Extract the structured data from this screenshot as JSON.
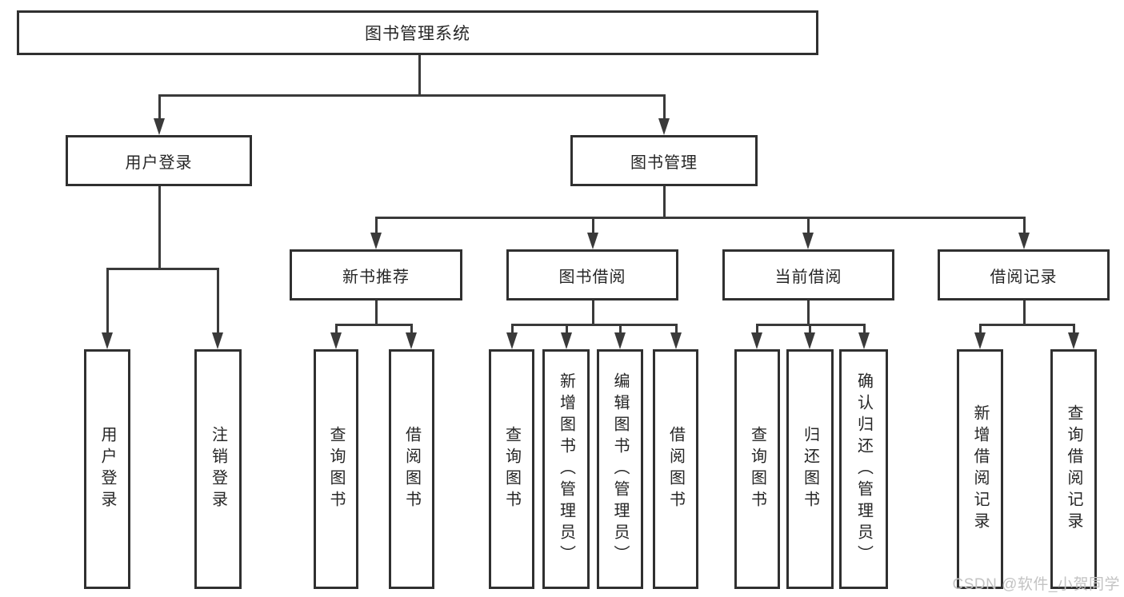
{
  "diagram": {
    "type": "hierarchy-tree",
    "root": {
      "label": "图书管理系统",
      "children": [
        {
          "label": "用户登录",
          "children": [
            {
              "label": "用户登录"
            },
            {
              "label": "注销登录"
            }
          ]
        },
        {
          "label": "图书管理",
          "children": [
            {
              "label": "新书推荐",
              "children": [
                {
                  "label": "查询图书"
                },
                {
                  "label": "借阅图书"
                }
              ]
            },
            {
              "label": "图书借阅",
              "children": [
                {
                  "label": "查询图书"
                },
                {
                  "label": "新增图书（管理员）"
                },
                {
                  "label": "编辑图书（管理员）"
                },
                {
                  "label": "借阅图书"
                }
              ]
            },
            {
              "label": "当前借阅",
              "children": [
                {
                  "label": "查询图书"
                },
                {
                  "label": "归还图书"
                },
                {
                  "label": "确认归还（管理员）"
                }
              ]
            },
            {
              "label": "借阅记录",
              "children": [
                {
                  "label": "新增借阅记录"
                },
                {
                  "label": "查询借阅记录"
                }
              ]
            }
          ]
        }
      ]
    },
    "watermark": "CSDN @软件_小贺同学"
  },
  "colors": {
    "background": "#ffffff",
    "line": "#3a3a3a",
    "box_border": "#303030",
    "box_fill": "#ffffff",
    "text": "#262626",
    "watermark": "#c3c3c3"
  }
}
